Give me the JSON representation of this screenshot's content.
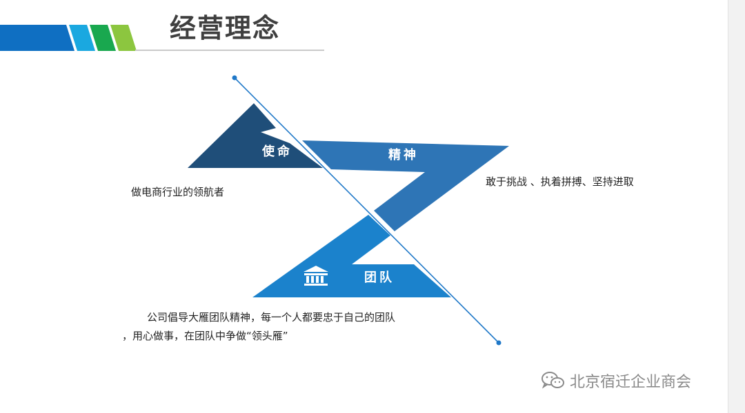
{
  "slide": {
    "title": "经营理念"
  },
  "diagram": {
    "mission": {
      "label": "使命",
      "text": "做电商行业的领航者"
    },
    "spirit": {
      "label": "精神",
      "text": "敢于挑战 、执着拼搏、坚持进取"
    },
    "team": {
      "label": "团队",
      "text_line1": "公司倡导大雁团队精神，每一个人都要忠于自己的团队",
      "text_line2": "，用心做事，在团队中争做“领头雁”"
    }
  },
  "watermark": {
    "text": "北京宿迁企业商会"
  },
  "colors": {
    "dark_navy": "#1f4e79",
    "mid_blue": "#2e75b6",
    "bright_blue": "#1b82cc",
    "cyan": "#1aa8e0",
    "green": "#19a84f",
    "light_green": "#8cc63f"
  }
}
